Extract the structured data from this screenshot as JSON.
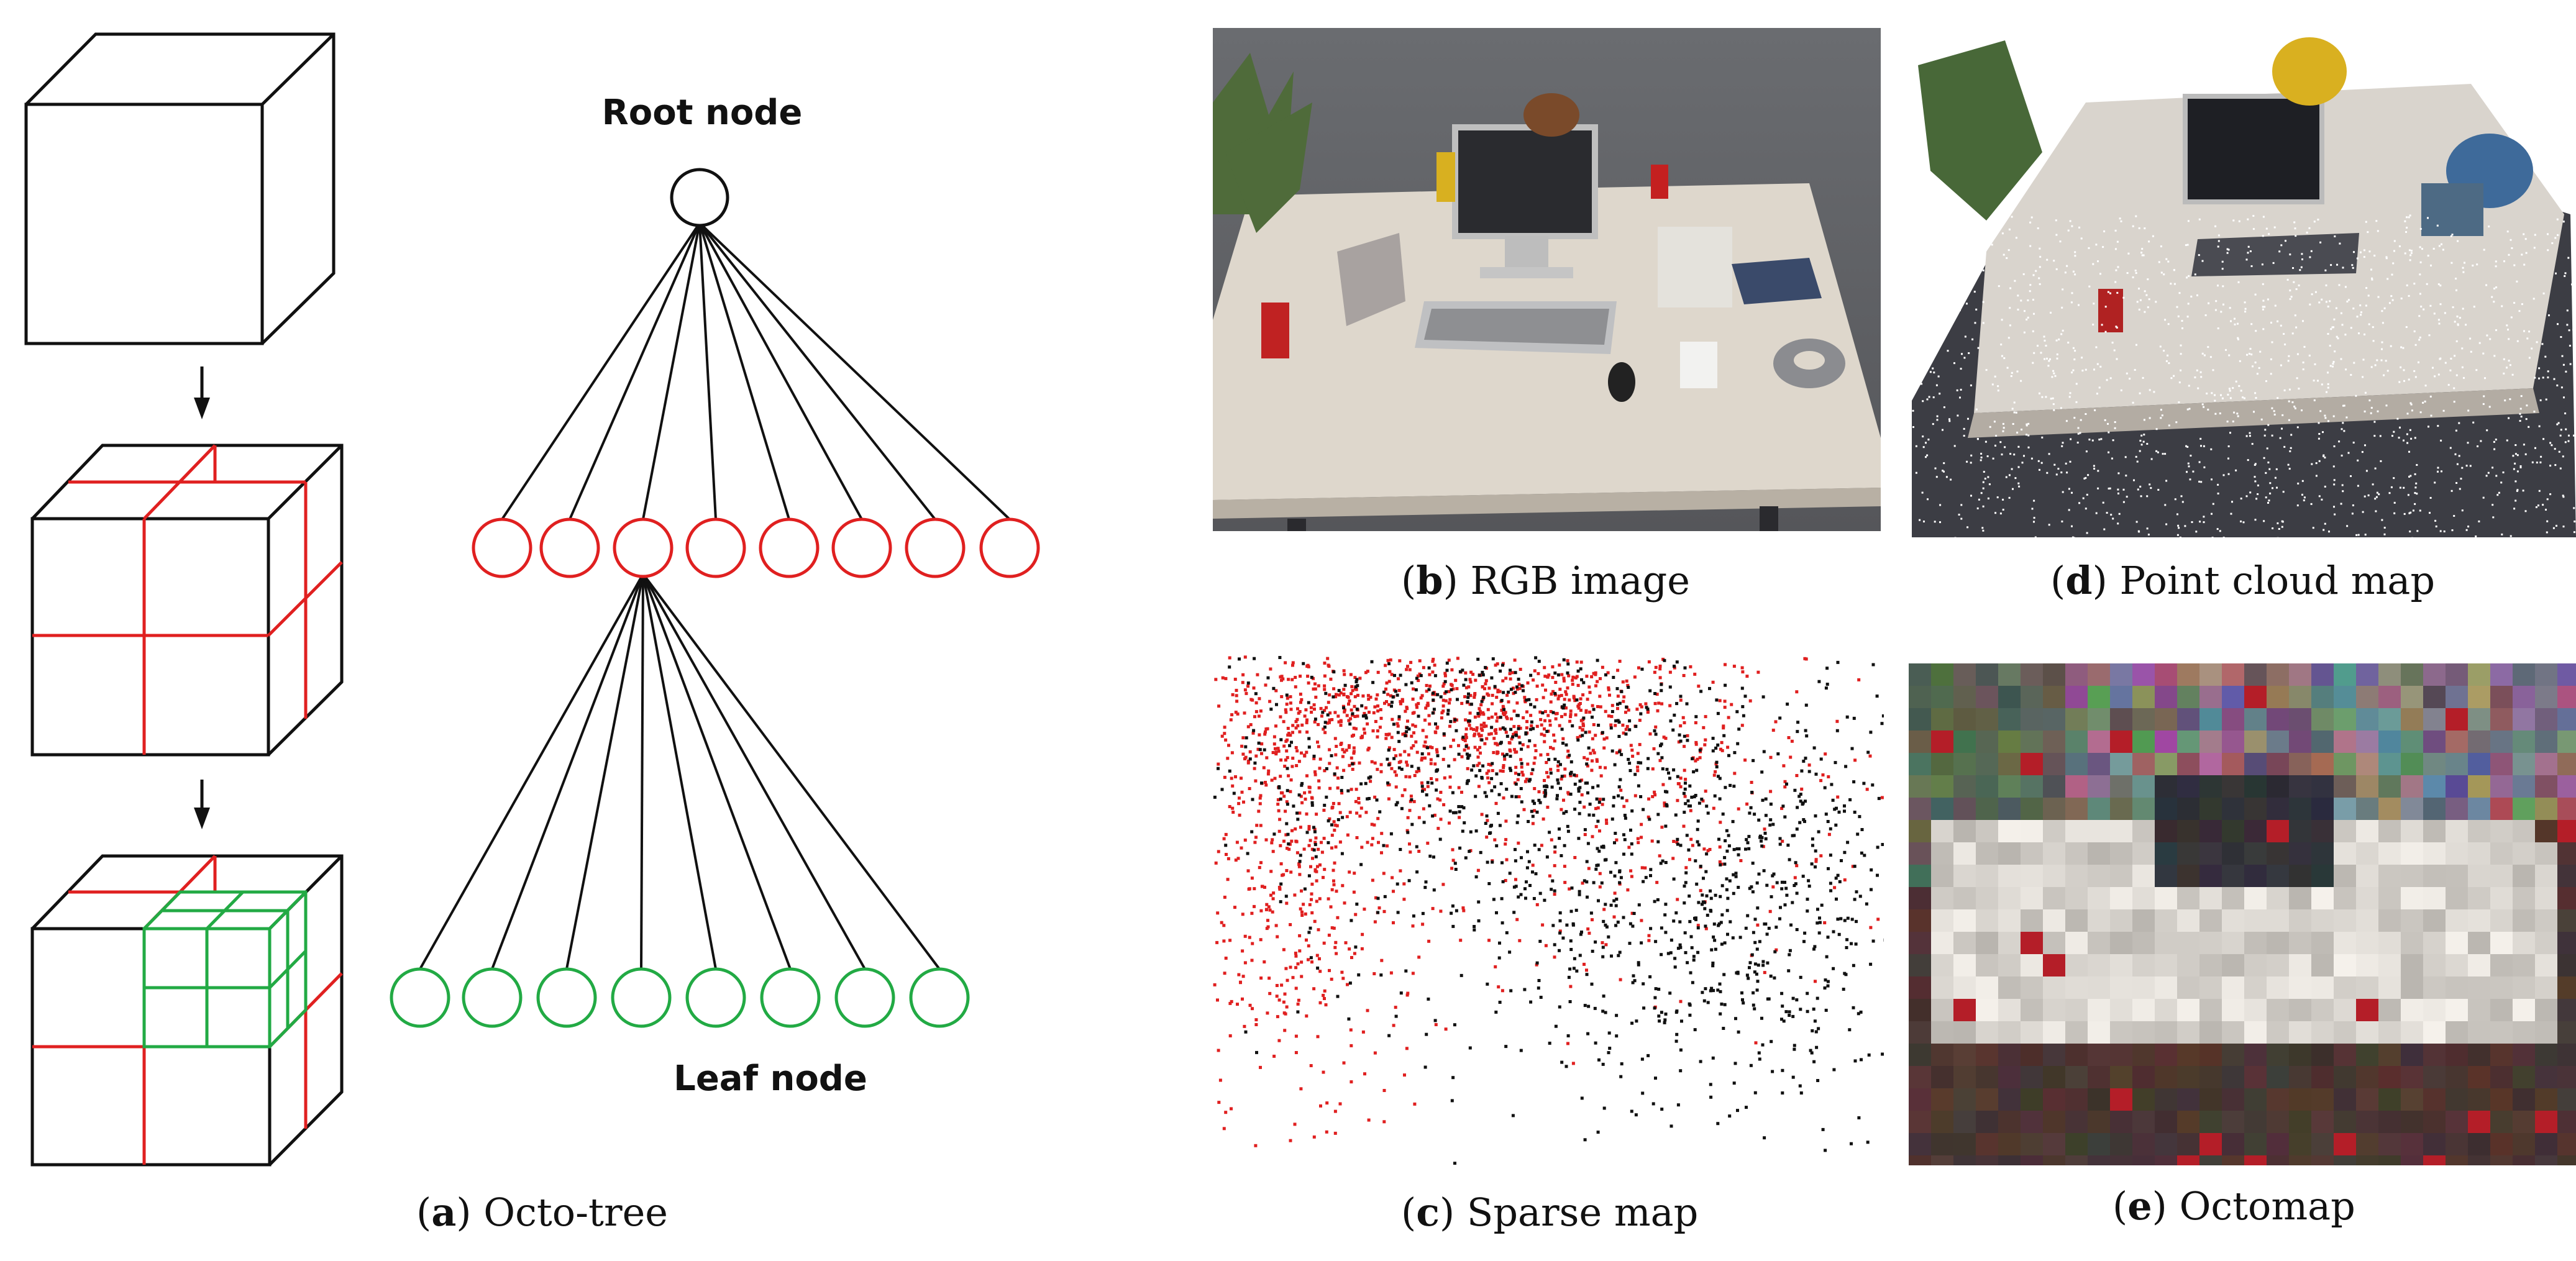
{
  "panel_a": {
    "caption_letter": "a",
    "caption_text": "Octo-tree",
    "root_label": "Root node",
    "leaf_label": "Leaf node",
    "colors": {
      "level1": "#e02020",
      "level2": "#22aa44",
      "stroke": "#111111"
    }
  },
  "panel_b": {
    "caption_letter": "b",
    "caption_text": "RGB image"
  },
  "panel_c": {
    "caption_letter": "c",
    "caption_text": "Sparse map"
  },
  "panel_d": {
    "caption_letter": "d",
    "caption_text": "Point cloud map"
  },
  "panel_e": {
    "caption_letter": "e",
    "caption_text": "Octomap"
  }
}
